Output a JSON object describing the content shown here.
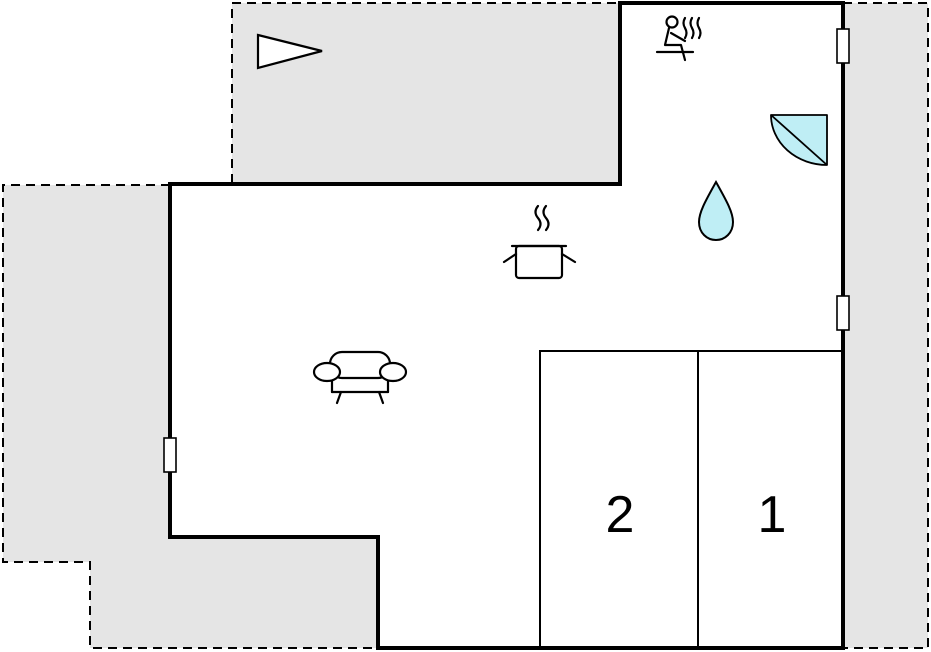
{
  "floorplan": {
    "rooms": [
      {
        "id": "bedroom-2",
        "label": "2"
      },
      {
        "id": "bedroom-1",
        "label": "1"
      }
    ],
    "icons": [
      {
        "name": "sauna-icon"
      },
      {
        "name": "shower-icon"
      },
      {
        "name": "water-drop-icon"
      },
      {
        "name": "cooking-pot-icon"
      },
      {
        "name": "sofa-icon"
      },
      {
        "name": "north-arrow-icon"
      }
    ],
    "colors": {
      "terrace_fill": "#e5e5e5",
      "terrace_border": "#000000",
      "wall": "#000000",
      "room_fill": "#ffffff",
      "water": "#bfeef5",
      "window_fill": "#ffffff"
    }
  }
}
